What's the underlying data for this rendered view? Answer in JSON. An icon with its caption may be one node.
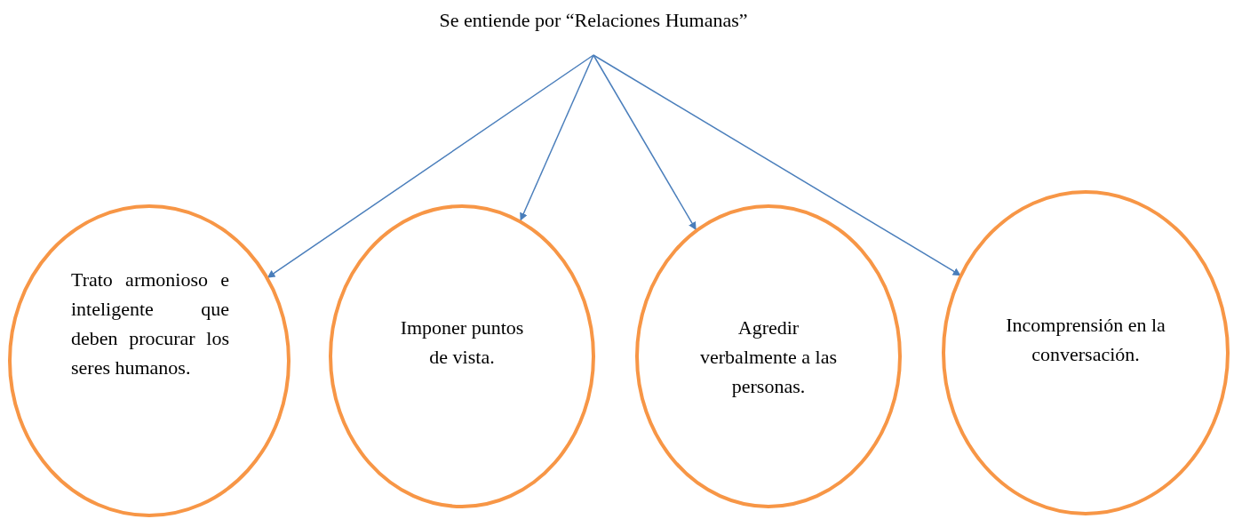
{
  "diagram": {
    "nodes": [
      {
        "text": [
          "Se entiende por “Relaciones Humanas”"
        ]
      },
      {
        "text": [
          "Trato armonioso e inteligente que deben procurar los seres humanos."
        ]
      },
      {
        "text": [
          "Imponer puntos de vista."
        ]
      },
      {
        "text": [
          "Agredir verbalmente a las personas."
        ]
      },
      {
        "text": [
          "Incomprensión en la conversación."
        ]
      }
    ],
    "edges": [
      {
        "from": 0,
        "to": 1,
        "arrow": "to"
      },
      {
        "from": 0,
        "to": 2,
        "arrow": "to"
      },
      {
        "from": 0,
        "to": 3,
        "arrow": "to"
      },
      {
        "from": 0,
        "to": 4,
        "arrow": "to"
      }
    ]
  }
}
